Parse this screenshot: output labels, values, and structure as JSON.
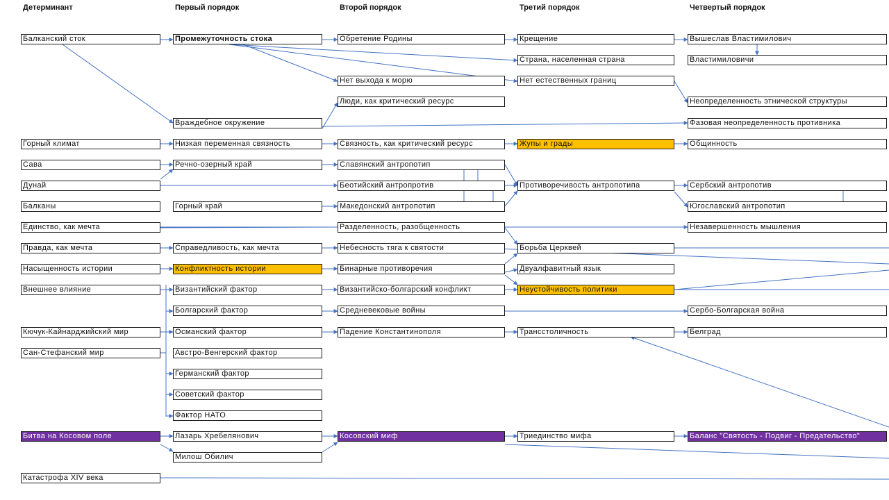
{
  "headers": {
    "determinant": "Детерминант",
    "first": "Первый порядок",
    "second": "Второй порядок",
    "third": "Третий порядок",
    "fourth": "Четвертый порядок"
  },
  "colors": {
    "line": "#4472c4",
    "orange_fill": "#ffc000",
    "purple_fill": "#7030a0"
  },
  "nodes": {
    "d_balkan_stok": "Балканский сток",
    "d_gorny_klimat": "Горный климат",
    "d_sava": "Сава",
    "d_dunai": "Дунай",
    "d_balkany": "Балканы",
    "d_edinstvo": "Единство, как мечта",
    "d_pravda": "Правда, как мечта",
    "d_nasysh": "Насыщенность истории",
    "d_vneshnee": "Внешнее влияние",
    "d_kuchuk": "Кючук-Кайнарджийский мир",
    "d_san_stefan": "Сан-Стефанский мир",
    "d_kosovo": "Битва на Косовом поле",
    "d_katastrofa": "Катастрофа XIV века",
    "f_promezh": "Промежуточность стока",
    "f_vrazhd": "Враждебное окружение",
    "f_nizkaya": "Низкая переменная связность",
    "f_rechno": "Речно-озерный край",
    "f_gorny_krai": "Горный край",
    "f_spraved": "Справедливость, как мечта",
    "f_konflikt": "Конфликтность истории",
    "f_vizant": "Византийский фактор",
    "f_bolgar": "Болгарский фактор",
    "f_osman": "Османский фактор",
    "f_avstro": "Австро-Венгерский фактор",
    "f_german": "Германский фактор",
    "f_sovet": "Советский фактор",
    "f_nato": "Фактор НАТО",
    "f_lazar": "Лазарь Хребелянович",
    "f_milosh": "Милош Обилич",
    "s_obretenie": "Обретение Родины",
    "s_net_vyhoda": "Нет выхода к морю",
    "s_lyudi": "Люди, как критический ресурс",
    "s_svyaznost": "Связность, как критический ресурс",
    "s_slav": "Славянский антропотип",
    "s_beot": "Беотийский антропротив",
    "s_maked": "Македонский антропотип",
    "s_razdel": "Разделенность, разобщенность",
    "s_nebesn": "Небесность тяга к святости",
    "s_binarn": "Бинарные противоречия",
    "s_viz_bolg": "Византийско-болгарский конфликт",
    "s_srednev": "Средневековые войны",
    "s_padenie": "Падение Константинополя",
    "s_kos_mif": "Косовский миф",
    "t_kreshchenie": "Крещение",
    "t_strana": "Страна, населенная страна",
    "t_net_granits": "Нет естественных границ",
    "t_zhupy": "Жупы и грады",
    "t_protivor": "Противоречивость антропотипа",
    "t_borba": "Борьба Церквей",
    "t_dvualf": "Двуалфавитный язык",
    "t_neust": "Неустойчивость политики",
    "t_transst": "Трансстоличность",
    "t_triedin": "Триединство мифа",
    "q_vysheslav": "Вышеслав Властимилович",
    "q_vlastim": "Властимиловичи",
    "q_neopr_etn": "Неопределенность этнической структуры",
    "q_fazovaya": "Фазовая неопределенность противника",
    "q_obshchin": "Общинность",
    "q_serb_ant": "Сербский антропотив",
    "q_yugoslav": "Югославский антропотип",
    "q_nezaversh": "Незавершенность мышления",
    "q_serbo_bolg": "Сербо-Болгарская война",
    "q_belgrad": "Белград",
    "q_balans": "Баланс \"Святость - Подвиг - Предательство\""
  }
}
